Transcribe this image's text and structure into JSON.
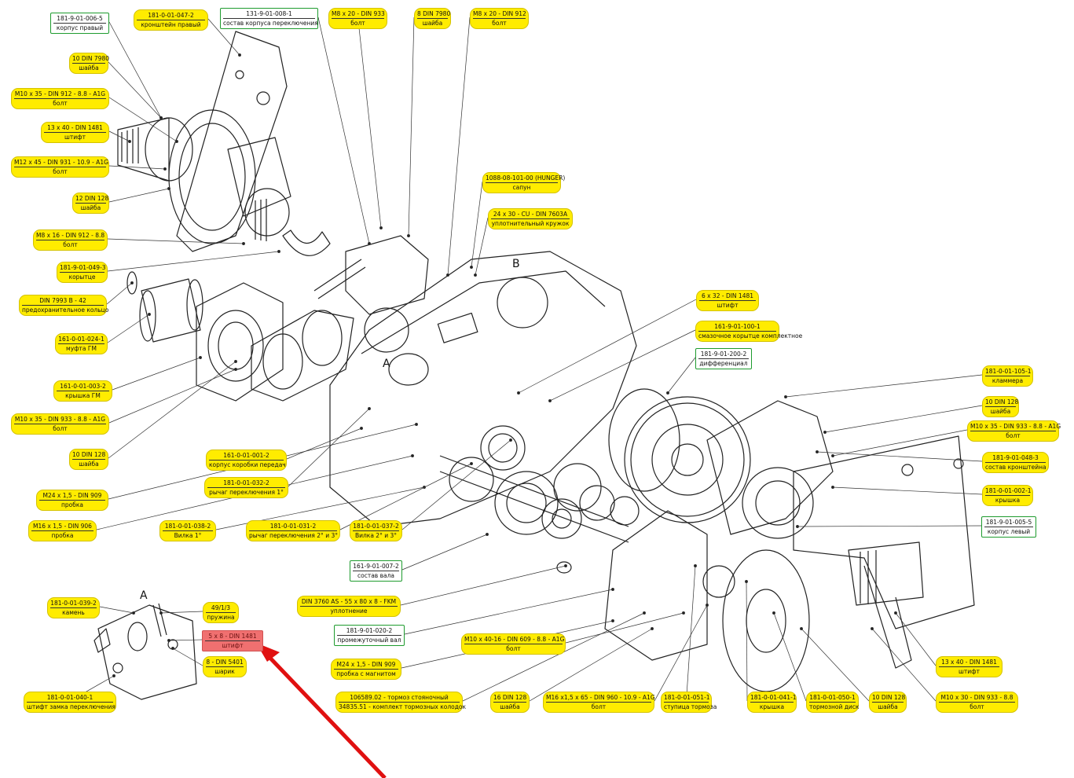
{
  "colors": {
    "highlight": "#ffec00",
    "frame_green": "#1e9b2e",
    "alert_red": "#f07070",
    "arrow": "#e01010",
    "line": "#333333"
  },
  "view_letters": [
    "A",
    "B",
    "A"
  ],
  "callouts": [
    {
      "code": "181-9-01-006-5",
      "name": "корпус правый",
      "style": "green"
    },
    {
      "code": "181-0-01-047-2",
      "name": "кронштейн правый",
      "style": "yellow"
    },
    {
      "code": "131-9-01-008-1",
      "name": "состав корпуса переключения",
      "style": "green"
    },
    {
      "code": "M8 x 20 - DIN 933",
      "name": "болт",
      "style": "yellow"
    },
    {
      "code": "8 DIN 7980",
      "name": "шайба",
      "style": "yellow"
    },
    {
      "code": "M8 x 20 - DIN 912",
      "name": "болт",
      "style": "yellow"
    },
    {
      "code": "10 DIN 7980",
      "name": "шайба",
      "style": "yellow"
    },
    {
      "code": "M10 x 35 - DIN 912 - 8.8 - A1G",
      "name": "болт",
      "style": "yellow"
    },
    {
      "code": "13 x 40 - DIN 1481",
      "name": "штифт",
      "style": "yellow"
    },
    {
      "code": "M12 x 45 - DIN 931 - 10.9 - A1G",
      "name": "болт",
      "style": "yellow"
    },
    {
      "code": "12 DIN 128",
      "name": "шайба",
      "style": "yellow"
    },
    {
      "code": "M8 x 16 - DIN 912 - 8.8",
      "name": "болт",
      "style": "yellow"
    },
    {
      "code": "181-9-01-049-3",
      "name": "корытце",
      "style": "yellow"
    },
    {
      "code": "DIN 7993 B - 42",
      "name": "предохранительное кольцо",
      "style": "yellow"
    },
    {
      "code": "161-0-01-024-1",
      "name": "муфта ГМ",
      "style": "yellow"
    },
    {
      "code": "161-0-01-003-2",
      "name": "крышка ГМ",
      "style": "yellow"
    },
    {
      "code": "M10 x 35 - DIN 933 - 8.8 - A1G",
      "name": "болт",
      "style": "yellow"
    },
    {
      "code": "10 DIN 128",
      "name": "шайба",
      "style": "yellow"
    },
    {
      "code": "M24 x 1,5 - DIN 909",
      "name": "пробка",
      "style": "yellow"
    },
    {
      "code": "M16 x 1,5 - DIN 906",
      "name": "пробка",
      "style": "yellow"
    },
    {
      "code": "181-0-01-038-2",
      "name": "Вилка 1°",
      "style": "yellow"
    },
    {
      "code": "181-0-01-031-2",
      "name": "рычаг переключения 2° и 3°",
      "style": "yellow"
    },
    {
      "code": "181-0-01-037-2",
      "name": "Вилка 2° и 3°",
      "style": "yellow"
    },
    {
      "code": "161-0-01-001-2",
      "name": "корпус коробки передач",
      "style": "yellow"
    },
    {
      "code": "181-0-01-032-2",
      "name": "рычаг переключения 1°",
      "style": "yellow"
    },
    {
      "code": "1088-08-101-00 (HUNGER)",
      "name": "сапун",
      "style": "yellow"
    },
    {
      "code": "24 x 30 - CU - DIN 7603A",
      "name": "уплотнительный кружок",
      "style": "yellow"
    },
    {
      "code": "6 x 32 - DIN 1481",
      "name": "штифт",
      "style": "yellow"
    },
    {
      "code": "161-9-01-100-1",
      "name": "смазочное корытце комплектное",
      "style": "yellow"
    },
    {
      "code": "181-9-01-200-2",
      "name": "дифференциал",
      "style": "green"
    },
    {
      "code": "181-0-01-105-1",
      "name": "кламмера",
      "style": "yellow"
    },
    {
      "code": "10 DIN 128",
      "name": "шайба",
      "style": "yellow"
    },
    {
      "code": "M10 x 35 - DIN 933 - 8.8 - A1G",
      "name": "болт",
      "style": "yellow"
    },
    {
      "code": "181-9-01-048-3",
      "name": "состав кронштейна",
      "style": "yellow"
    },
    {
      "code": "181-0-01-002-1",
      "name": "крышка",
      "style": "yellow"
    },
    {
      "code": "181-9-01-005-5",
      "name": "корпус левый",
      "style": "green"
    },
    {
      "code": "161-9-01-007-2",
      "name": "состав вала",
      "style": "green"
    },
    {
      "code": "DIN 3760 AS - 55 x 80 x 8 - FKM",
      "name": "уплотнение",
      "style": "yellow"
    },
    {
      "code": "181-9-01-020-2",
      "name": "промежуточный вал",
      "style": "green"
    },
    {
      "code": "M24 x 1,5 - DIN 909",
      "name": "пробка с магнитом",
      "style": "yellow"
    },
    {
      "code": "M10 x 40-16 - DIN 609 - 8.8 - A1G",
      "name": "болт",
      "style": "yellow"
    },
    {
      "code": "106589.02 - тормоз стояночный",
      "name": "34835.51 - комплект тормозных колодок",
      "style": "yellow"
    },
    {
      "code": "16 DIN 128",
      "name": "шайба",
      "style": "yellow"
    },
    {
      "code": "M16 x1,5 x 65 - DIN 960 - 10.9 - A1G",
      "name": "болт",
      "style": "yellow"
    },
    {
      "code": "181-0-01-051-1",
      "name": "ступица тормоза",
      "style": "yellow"
    },
    {
      "code": "181-0-01-041-1",
      "name": "крышка",
      "style": "yellow"
    },
    {
      "code": "181-0-01-050-1",
      "name": "тормозной диск",
      "style": "yellow"
    },
    {
      "code": "10 DIN 128",
      "name": "шайба",
      "style": "yellow"
    },
    {
      "code": "M10 x 30 - DIN 933 - 8.8",
      "name": "болт",
      "style": "yellow"
    },
    {
      "code": "13 x 40 - DIN 1481",
      "name": "штифт",
      "style": "yellow"
    },
    {
      "code": "181-0-01-039-2",
      "name": "камень",
      "style": "yellow"
    },
    {
      "code": "49/1/3",
      "name": "пружина",
      "style": "yellow"
    },
    {
      "code": "5 x 8 - DIN 1481",
      "name": "штифт",
      "style": "red"
    },
    {
      "code": "8 - DIN 5401",
      "name": "шарик",
      "style": "yellow"
    },
    {
      "code": "181-0-01-040-1",
      "name": "штифт замка переключения",
      "style": "yellow"
    }
  ]
}
